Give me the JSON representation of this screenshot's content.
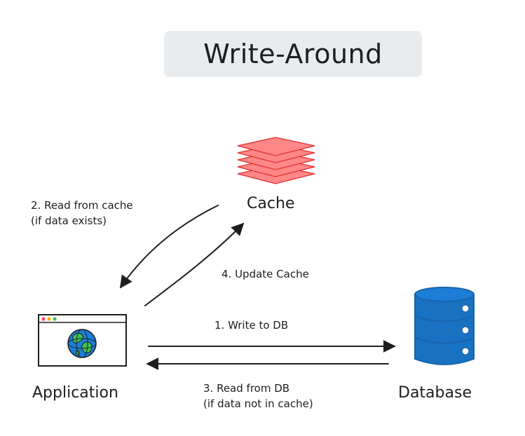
{
  "title": "Write-Around",
  "nodes": {
    "cache": {
      "label": "Cache",
      "color": "#ff8787",
      "stroke": "#e03131"
    },
    "application": {
      "label": "Application"
    },
    "database": {
      "label": "Database",
      "color": "#1971c2",
      "stroke": "#1864ab"
    }
  },
  "edges": {
    "write_to_db": {
      "label": "1. Write to DB"
    },
    "read_from_cache": {
      "line1": "2. Read from cache",
      "line2": "(if data exists)"
    },
    "read_from_db": {
      "line1": "3. Read from DB",
      "line2": "(if data not in cache)"
    },
    "update_cache": {
      "label": "4. Update Cache"
    }
  },
  "colors": {
    "ink": "#1e1e1e",
    "title_background": "#e9ecef",
    "globe_ocean": "#1c7ed6",
    "globe_land": "#40c057",
    "window_dots": [
      "#fa5252",
      "#fab005",
      "#40c057"
    ]
  }
}
